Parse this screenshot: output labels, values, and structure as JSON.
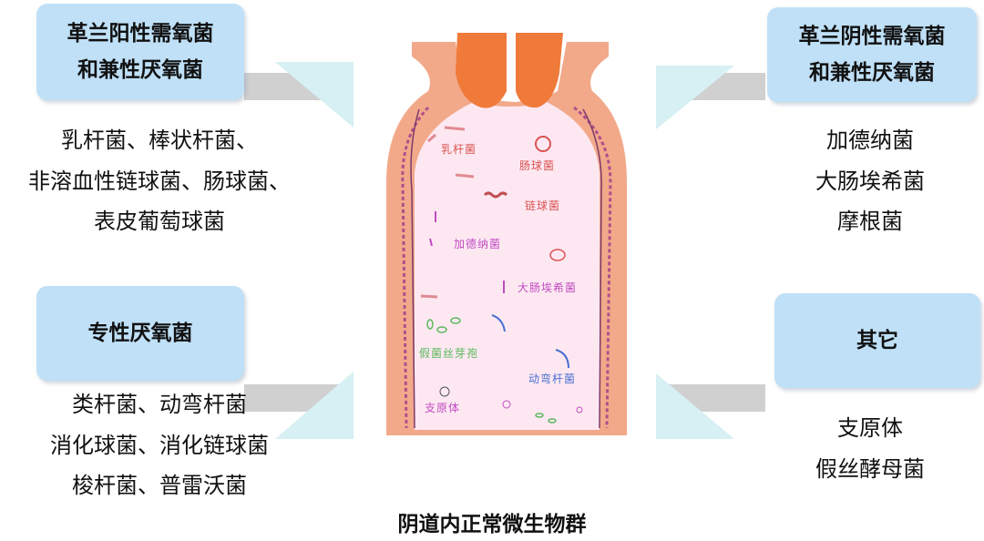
{
  "categories": [
    {
      "title_lines": [
        "革兰阳性需氧菌",
        "和兼性厌氧菌"
      ],
      "items": [
        "乳杆菌、棒状杆菌、",
        "非溶血性链球菌、肠球菌、",
        "表皮葡萄球菌"
      ]
    },
    {
      "title_lines": [
        "专性厌氧菌"
      ],
      "items": [
        "类杆菌、动弯杆菌",
        "消化球菌、消化链球菌",
        "梭杆菌、普雷沃菌"
      ]
    },
    {
      "title_lines": [
        "革兰阴性需氧菌",
        "和兼性厌氧菌"
      ],
      "items": [
        "加德纳菌",
        "大肠埃希菌",
        "摩根菌"
      ]
    },
    {
      "title_lines": [
        "其它"
      ],
      "items": [
        "支原体",
        "假丝酵母菌"
      ]
    }
  ],
  "illustration_labels": [
    {
      "text": "乳杆菌",
      "color": "#d9534f"
    },
    {
      "text": "肠球菌",
      "color": "#d9534f"
    },
    {
      "text": "链球菌",
      "color": "#d9534f"
    },
    {
      "text": "加德纳菌",
      "color": "#c04bc0"
    },
    {
      "text": "大肠埃希菌",
      "color": "#c04bc0"
    },
    {
      "text": "假菌丝芽孢",
      "color": "#5cb85c"
    },
    {
      "text": "动弯杆菌",
      "color": "#4a6fd0"
    },
    {
      "text": "支原体",
      "color": "#c04bc0"
    }
  ],
  "caption": "阴道内正常微生物群",
  "colors": {
    "box": "#bfe0f7",
    "wall": "#f2a98a",
    "lumen": "#fde8f2",
    "cervix": "#f07a3a",
    "arrow": "#d6f0f3"
  }
}
